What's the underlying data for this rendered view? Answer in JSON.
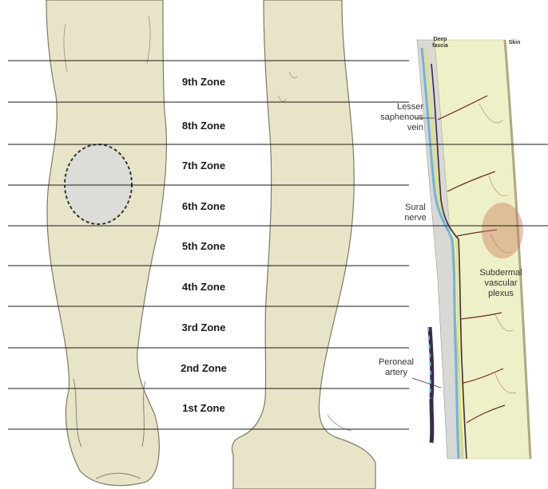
{
  "zones": [
    "9th Zone",
    "8th Zone",
    "7th Zone",
    "6th Zone",
    "5th Zone",
    "4th Zone",
    "3rd Zone",
    "2nd Zone",
    "1st Zone"
  ],
  "anatomy": {
    "deep_fascia": "Deep\nfascia",
    "skin": "Skin",
    "lesser_saphenous_vein": "Lesser\nsaphenous\nvein",
    "sural_nerve": "Sural\nnerve",
    "subdermal_plexus": "Subdermal\nvascular\nplexus",
    "peroneal_artery": "Peroneal\nartery"
  },
  "colors": {
    "skin": "#e8e4c8",
    "skin_outline": "#7f7a66",
    "flap": "#dcdcd8",
    "zone_line": "#1a1a1a",
    "vein": "#3d2a4a",
    "nerve": "#e8e64a",
    "artery_blue": "#6fb3e0",
    "vessel_red": "#6a2a24",
    "plexus": "#c98060"
  }
}
